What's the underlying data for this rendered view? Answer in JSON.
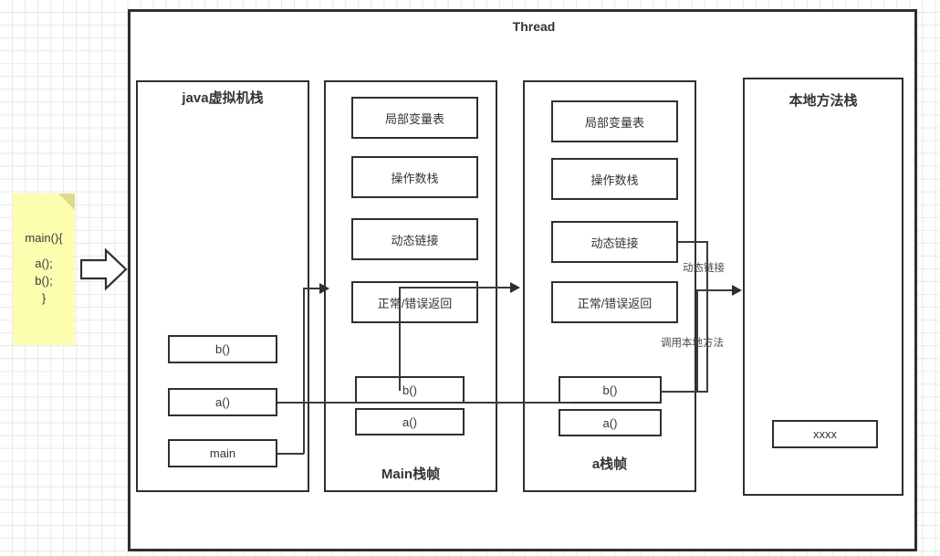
{
  "diagram": {
    "title": "Thread",
    "note": {
      "line1": "main(){",
      "line2": "a();",
      "line3": "b();",
      "line4": "}"
    },
    "columns": [
      {
        "id": "jvm-stack",
        "title": "java虚拟机栈",
        "frames": [
          {
            "label": "b()"
          },
          {
            "label": "a()"
          },
          {
            "label": "main"
          }
        ]
      },
      {
        "id": "main-frame",
        "title": "Main栈帧",
        "slots": [
          {
            "label": "局部变量表"
          },
          {
            "label": "操作数栈"
          },
          {
            "label": "动态链接"
          },
          {
            "label": "正常/错误返回"
          }
        ],
        "frames": [
          {
            "label": "b()"
          },
          {
            "label": "a()"
          }
        ]
      },
      {
        "id": "a-frame",
        "title": "a栈帧",
        "slots": [
          {
            "label": "局部变量表"
          },
          {
            "label": "操作数栈"
          },
          {
            "label": "动态链接"
          },
          {
            "label": "正常/错误返回"
          }
        ],
        "frames": [
          {
            "label": "b()"
          },
          {
            "label": "a()"
          }
        ]
      },
      {
        "id": "native-stack",
        "title": "本地方法栈",
        "frames": [
          {
            "label": "xxxx"
          }
        ]
      }
    ],
    "edge_labels": {
      "dynamic_link": "动态链接",
      "call_native": "调用本地方法"
    },
    "colors": {
      "stroke": "#2f2f2f",
      "note_bg": "#fdfdaf",
      "note_fold": "#dcdc8f",
      "grid": "#e8e8e8",
      "text": "#333333"
    }
  }
}
